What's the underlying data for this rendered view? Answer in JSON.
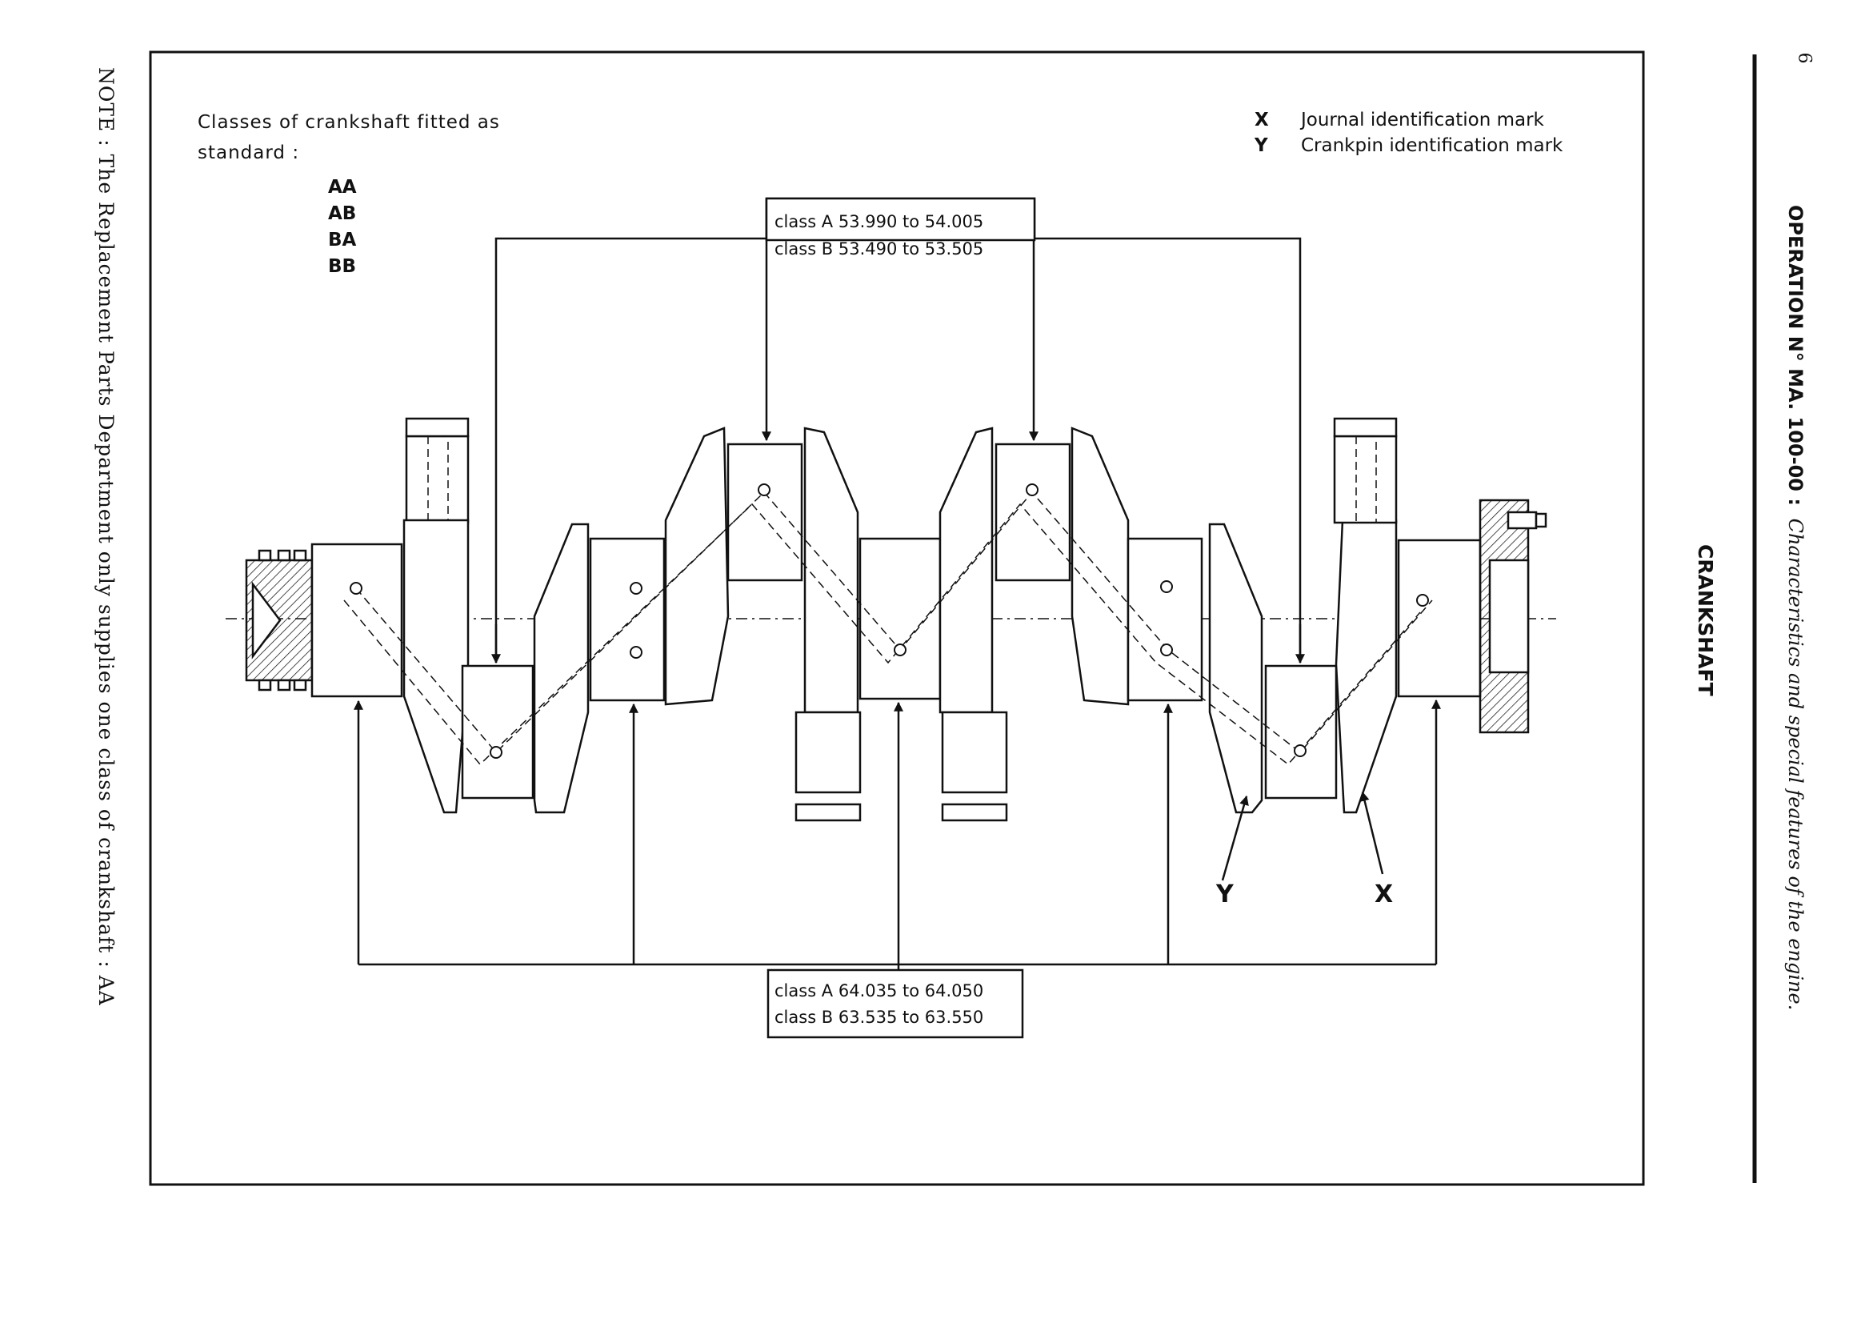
{
  "page_number": "6",
  "header": {
    "operation": "OPERATION N° MA. 100-00 :",
    "subtitle": "Characteristics and special features of the engine."
  },
  "section_title": "CRANKSHAFT",
  "note": "NOTE : The Replacement Parts Department only supplies one class of crankshaft : AA",
  "classes_block": {
    "line1": "Classes of crankshaft fitted as",
    "line2": "standard :",
    "items": [
      "AA",
      "AB",
      "BA",
      "BB"
    ]
  },
  "legend": [
    {
      "key": "X",
      "text": "Journal identification mark"
    },
    {
      "key": "Y",
      "text": "Crankpin identification mark"
    }
  ],
  "crankpin_box": {
    "line1": "class A  53.990 to 54.005",
    "line2": "class B  53.490 to 53.505"
  },
  "journal_box": {
    "line1": "class  A 64.035 to 64.050",
    "line2": "class  B 63.535 to 63.550"
  },
  "marks": {
    "y_label": "Y",
    "x_label": "X"
  },
  "colors": {
    "ink": "#111111",
    "paper": "#ffffff"
  }
}
